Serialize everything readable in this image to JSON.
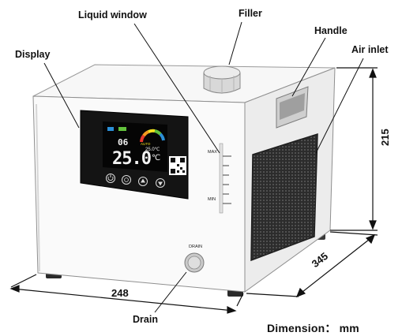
{
  "labels": {
    "liquid_window": "Liquid window",
    "filler": "Filler",
    "display": "Display",
    "handle": "Handle",
    "air_inlet": "Air inlet",
    "drain": "Drain"
  },
  "dimensions": {
    "height": "215",
    "depth": "345",
    "width": "248",
    "unit_note": "Dimension： mm"
  },
  "display_panel": {
    "temperature": "25.0",
    "unit_symbol": "℃",
    "set_value": "25.0℃",
    "small_value": "06",
    "mode_tag": "AUTO",
    "buttons": [
      "power-icon",
      "fan-icon",
      "arrow-up-icon",
      "arrow-down-icon"
    ]
  },
  "liquid_window": {
    "max": "MAX",
    "min": "MIN"
  },
  "drain_port": {
    "tag": "DRAIN"
  },
  "colors": {
    "body": "#f4f4f4",
    "side_panel": "#e9e9e9",
    "lcd_bezel": "#141414",
    "gauge": [
      "#e8392d",
      "#f39a1f",
      "#f4e11e",
      "#62c23c",
      "#2b8fd6"
    ],
    "text": "#111111"
  }
}
